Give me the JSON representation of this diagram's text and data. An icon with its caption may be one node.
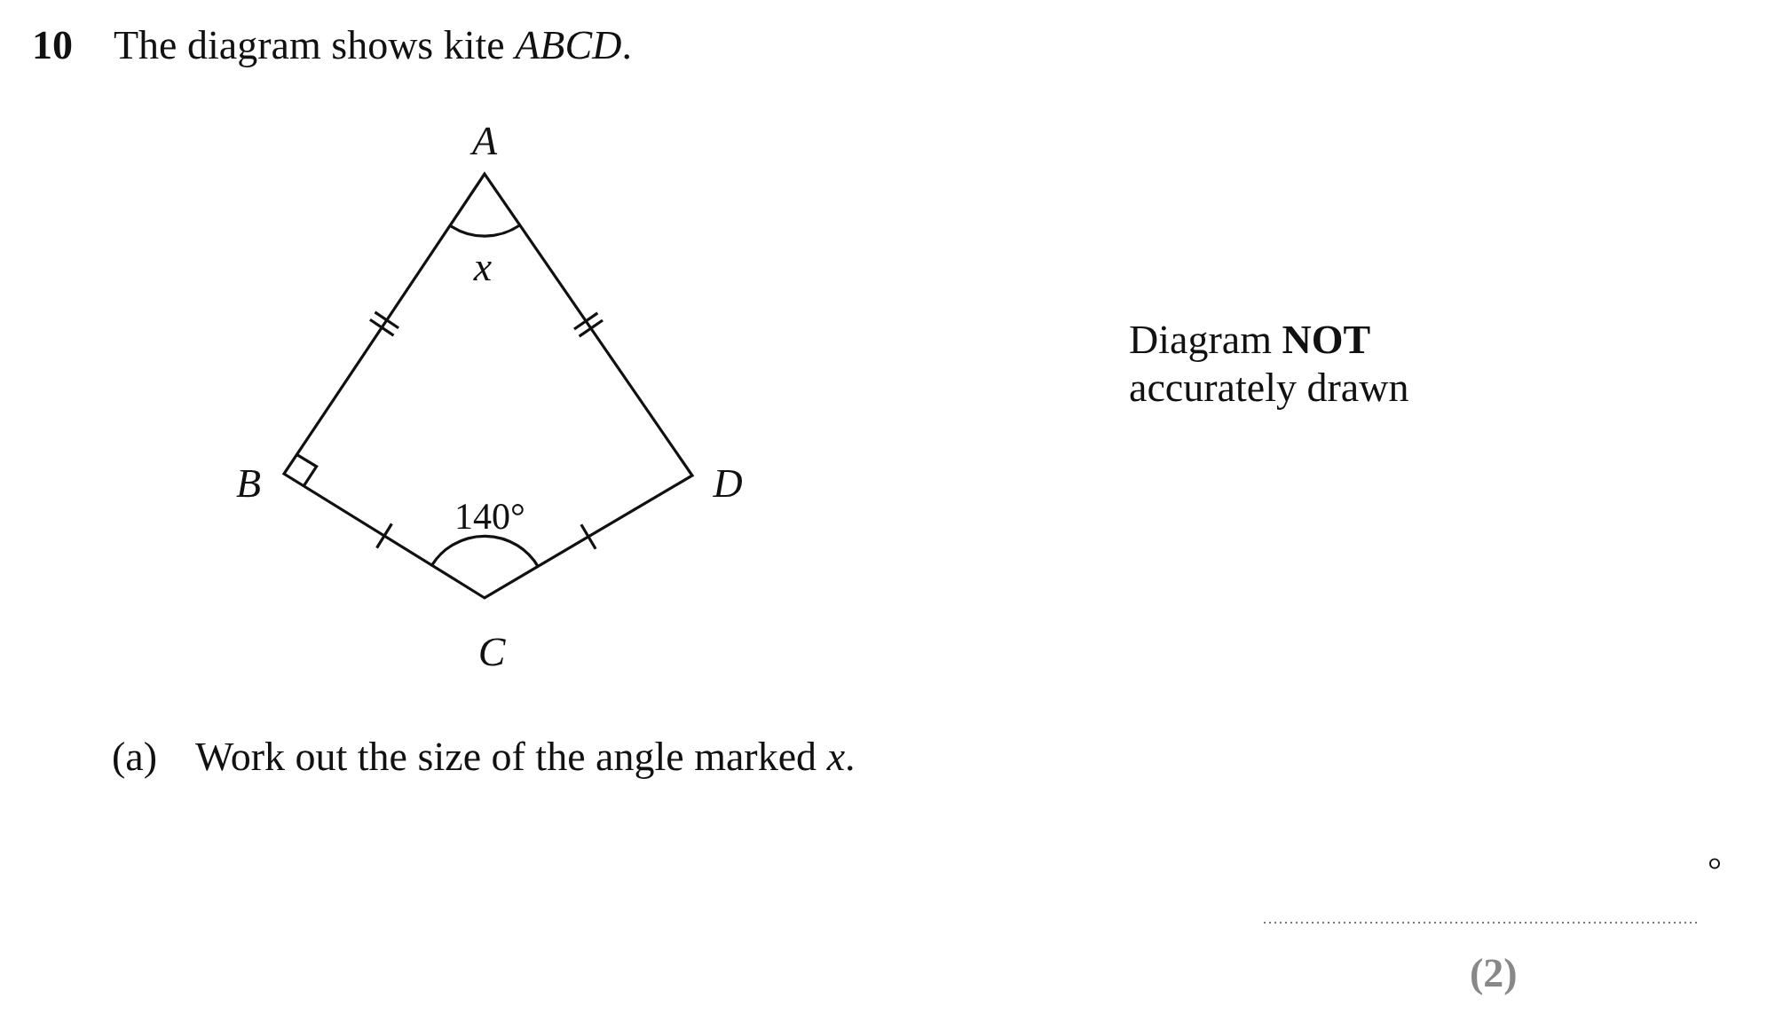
{
  "diagram": {
    "labels": [
      "10",
      "The diagram shows kite *ABCD*.",
      "A",
      "x",
      "B",
      "D",
      "140°",
      "C",
      "Diagram **NOT** accurately drawn",
      "(a)",
      "Work out the size of the angle marked *x*.",
      "°",
      "(2)"
    ]
  }
}
